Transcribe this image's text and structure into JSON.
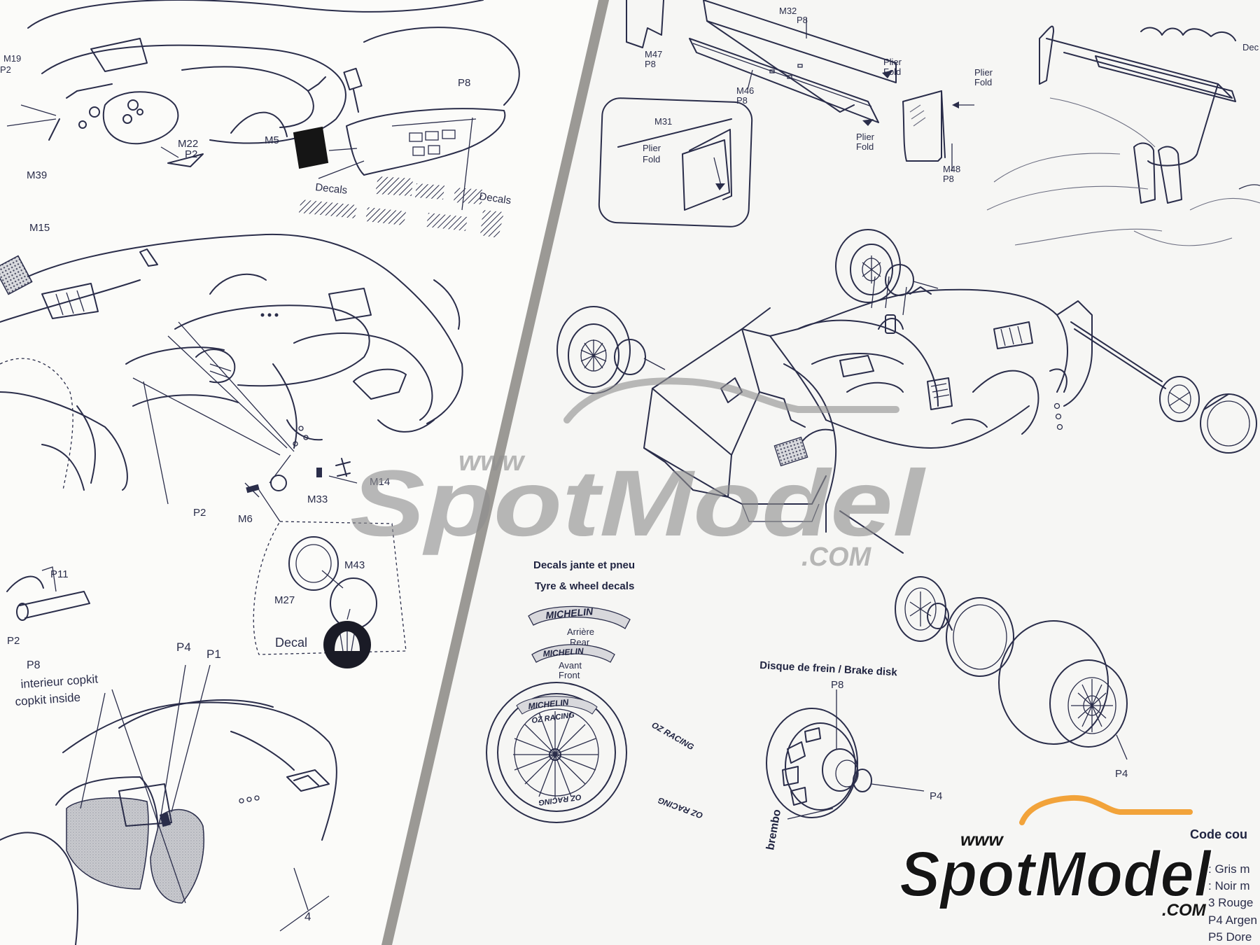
{
  "left_page": {
    "parts": {
      "m19": "M19",
      "p2_top": "P2",
      "m22": "M22",
      "p2_m22": "P2",
      "m39": "M39",
      "m5": "M5",
      "p8_top": "P8",
      "decals_left": "Decals",
      "decals_right": "Decals",
      "m15": "M15",
      "p2_mid": "P2",
      "m6": "M6",
      "m33": "M33",
      "m14": "M14",
      "m43": "M43",
      "m27": "M27",
      "decal": "Decal",
      "p11": "P11",
      "p2_bottom": "P2",
      "p4_left": "P4",
      "p1": "P1",
      "p8_cockpit": "P8",
      "cockpit_fr": "interieur copkit",
      "cockpit_en": "copkit inside",
      "page_number": "4"
    }
  },
  "right_page": {
    "parts": {
      "m47": "M47",
      "p8_m47": "P8",
      "m32": "M32",
      "p8_m32": "P8",
      "m46": "M46",
      "p8_m46": "P8",
      "plier_fold_1": "Plier",
      "fold_1": "Fold",
      "plier_fold_2": "Plier",
      "fold_2": "Fold",
      "plier_fold_3": "Plier",
      "fold_3": "Fold",
      "m48": "M48",
      "p8_m48": "P8",
      "m31": "M31",
      "plier_inset": "Plier",
      "fold_inset": "Fold",
      "dec_cut": "Dec",
      "p4_wheel": "P4",
      "p8_brake": "P8",
      "p4_brake": "P4"
    },
    "decals_title_fr": "Decals jante et pneu",
    "decals_title_en": "Tyre & wheel decals",
    "michelin_text": "MICHELIN",
    "rear_fr": "Arrière",
    "rear_en": "Rear",
    "front_fr": "Avant",
    "front_en": "Front",
    "oz_racing": "OZ RACING",
    "brake_disk_title": "Disque de frein / Brake disk",
    "brembo": "brembo",
    "color_code_title": "Code cou",
    "color_code_items": [
      ": Gris m",
      ": Noir m",
      "3 Rouge",
      "P4 Argen",
      "P5 Dore"
    ]
  },
  "watermark_center": {
    "www": "www",
    "brand": "SpotModel",
    "com": ".COM"
  },
  "watermark_corner": {
    "www": "www",
    "brand": "SpotModel",
    "com": ".COM"
  },
  "colors": {
    "ink": "#2a2d4a",
    "paper": "#f7f7f5",
    "watermark": "#8f8f8f",
    "swoosh": "#f2a33a",
    "logo_dark": "#151515"
  }
}
